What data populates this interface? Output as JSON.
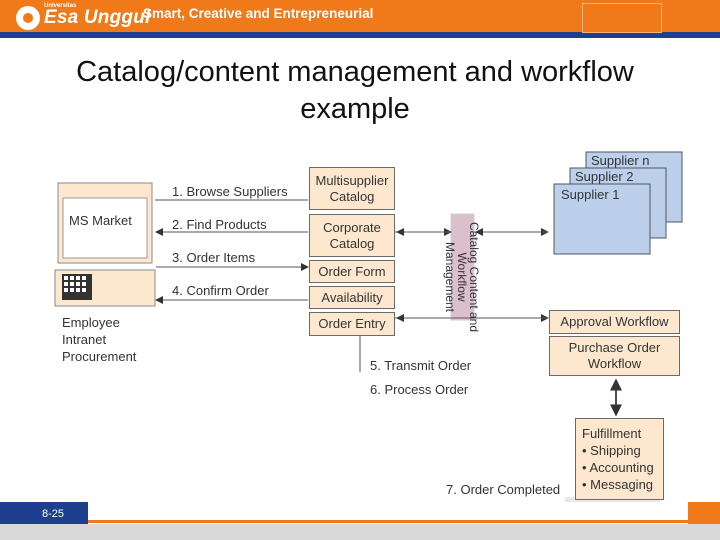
{
  "header": {
    "logo_small": "Universitas",
    "logo_name": "Esa Unggul",
    "tagline": "Smart, Creative and Entrepreneurial"
  },
  "title": "Catalog/content management and workflow example",
  "diagram": {
    "ms_market": "MS Market",
    "employee_procurement": [
      "Employee",
      "Intranet",
      "Procurement"
    ],
    "steps": [
      "1. Browse Suppliers",
      "2. Find Products",
      "3. Order Items",
      "4. Confirm Order",
      "5. Transmit Order",
      "6. Process Order",
      "7. Order Completed"
    ],
    "stack": [
      "Multisupplier Catalog",
      "Corporate Catalog",
      "Order Form",
      "Availability",
      "Order Entry"
    ],
    "catalog_workflow": "Catalog Content and Workflow Management",
    "suppliers": [
      "Supplier n",
      "Supplier 2",
      "Supplier 1"
    ],
    "approval_workflow": "Approval Workflow",
    "purchase_order_workflow": [
      "Purchase Order",
      "Workflow"
    ],
    "fulfillment": {
      "title": "Fulfillment",
      "items": [
        "• Shipping",
        "• Accounting",
        "• Messaging"
      ]
    },
    "colors": {
      "orange": "#fde8cf",
      "blue": "#bcd0ec",
      "maroon": "#9e4b6e"
    }
  },
  "footer": {
    "page_number": "8-25"
  }
}
